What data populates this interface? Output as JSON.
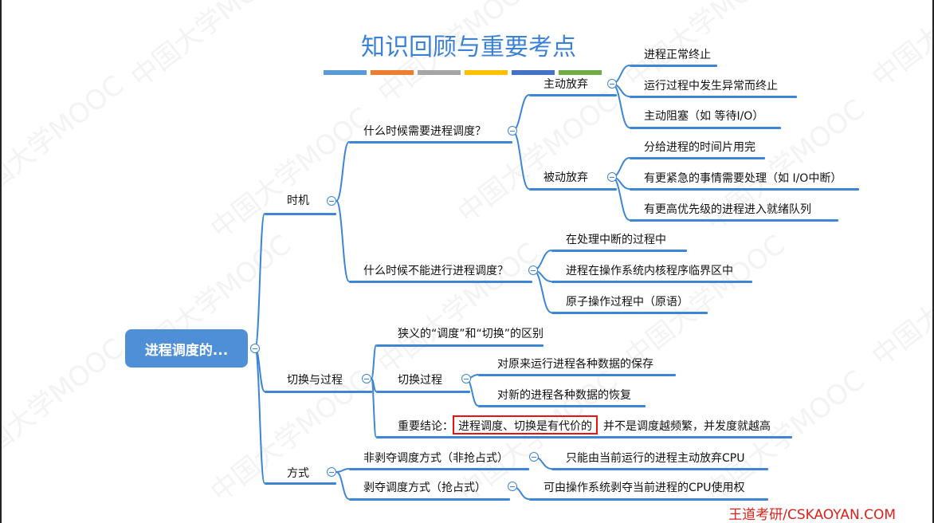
{
  "header": {
    "title": "知识回顾与重要考点",
    "bar_colors": [
      "#5b9bd5",
      "#ed7d31",
      "#a5a5a5",
      "#ffc000",
      "#4472c4",
      "#70ad47"
    ]
  },
  "watermark": {
    "text": "中国大学MOOC"
  },
  "footer": {
    "text": "王道考研/CSKAOYAN.COM"
  },
  "mindmap": {
    "root": "进程调度的...",
    "timing": {
      "label": "时机",
      "need": {
        "label": "什么时候需要进程调度？",
        "voluntary": {
          "label": "主动放弃",
          "items": [
            "进程正常终止",
            "运行过程中发生异常而终止",
            "主动阻塞（如 等待I/O）"
          ]
        },
        "passive": {
          "label": "被动放弃",
          "items": [
            "分给进程的时间片用完",
            "有更紧急的事情需要处理（如 I/O中断）",
            "有更高优先级的进程进入就绪队列"
          ]
        }
      },
      "cannot": {
        "label": "什么时候不能进行进程调度？",
        "items": [
          "在处理中断的过程中",
          "进程在操作系统内核程序临界区中",
          "原子操作过程中（原语）"
        ]
      }
    },
    "switch": {
      "label": "切换与过程",
      "difference": "狭义的“调度”和“切换”的区别",
      "process": {
        "label": "切换过程",
        "items": [
          "对原来运行进程各种数据的保存",
          "对新的进程各种数据的恢复"
        ]
      },
      "conclusion": {
        "label": "重要结论：",
        "highlight": "进程调度、切换是有代价的",
        "rest": "并不是调度越频繁，并发度就越高"
      }
    },
    "modes": {
      "label": "方式",
      "nonpreemptive": {
        "label": "非剥夺调度方式（非抢占式）",
        "desc": "只能由当前运行的进程主动放弃CPU"
      },
      "preemptive": {
        "label": "剥夺调度方式（抢占式）",
        "desc": "可由操作系统剥夺当前进程的CPU使用权"
      }
    }
  }
}
